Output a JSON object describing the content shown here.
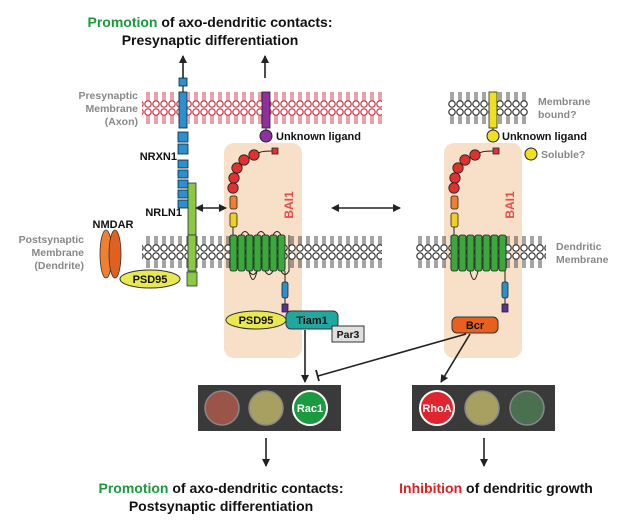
{
  "top_title": {
    "highlight": "Promotion",
    "rest": " of axo-dendritic contacts:",
    "line2": "Presynaptic differentiation"
  },
  "bottom_left": {
    "highlight": "Promotion",
    "rest": " of axo-dendritic contacts:",
    "line2": "Postsynaptic differentiation"
  },
  "bottom_right": {
    "highlight": "Inhibition",
    "rest": " of dendritic growth"
  },
  "labels": {
    "presynaptic_membrane": [
      "Presynaptic",
      "Membrane",
      "(Axon)"
    ],
    "postsynaptic_membrane": [
      "Postsynaptic",
      "Membrane",
      "(Dendrite)"
    ],
    "dendritic_membrane": [
      "Dendritic",
      "Membrane"
    ],
    "membrane_bound": [
      "Membrane",
      "bound?"
    ],
    "unknown_ligand_left": "Unknown ligand",
    "unknown_ligand_right": "Unknown ligand",
    "soluble": "Soluble?",
    "nrxn1": "NRXN1",
    "nrln1": "NRLN1",
    "nmdar": "NMDAR",
    "psd95_left": "PSD95",
    "psd95_mid": "PSD95",
    "tiam1": "Tiam1",
    "par3": "Par3",
    "bcr": "Bcr",
    "bai1_left": "BAI1",
    "bai1_right": "BAI1",
    "rac1": "Rac1",
    "rhoa": "RhoA"
  },
  "colors": {
    "promotion": "#1a9a3c",
    "inhibition": "#e02020",
    "membrane_red": "#d03040",
    "membrane_gray": "#555555",
    "bai1_box": "#f8e0c8",
    "bai1_text": "#e05050",
    "green_tm": "#3aa83a",
    "nrxn_blue": "#2a90d0",
    "psd95": "#e8e850",
    "tiam1": "#20a8a0",
    "bcr": "#e86020",
    "nmdar": "#f08030",
    "ligand_purple": "#9030a0",
    "ligand_yellow": "#f0e020"
  },
  "icons": {
    "ligand_left": "purple-circle",
    "ligand_right": "yellow-circle",
    "arrow": "arrowhead",
    "inhibit": "t-bar"
  }
}
